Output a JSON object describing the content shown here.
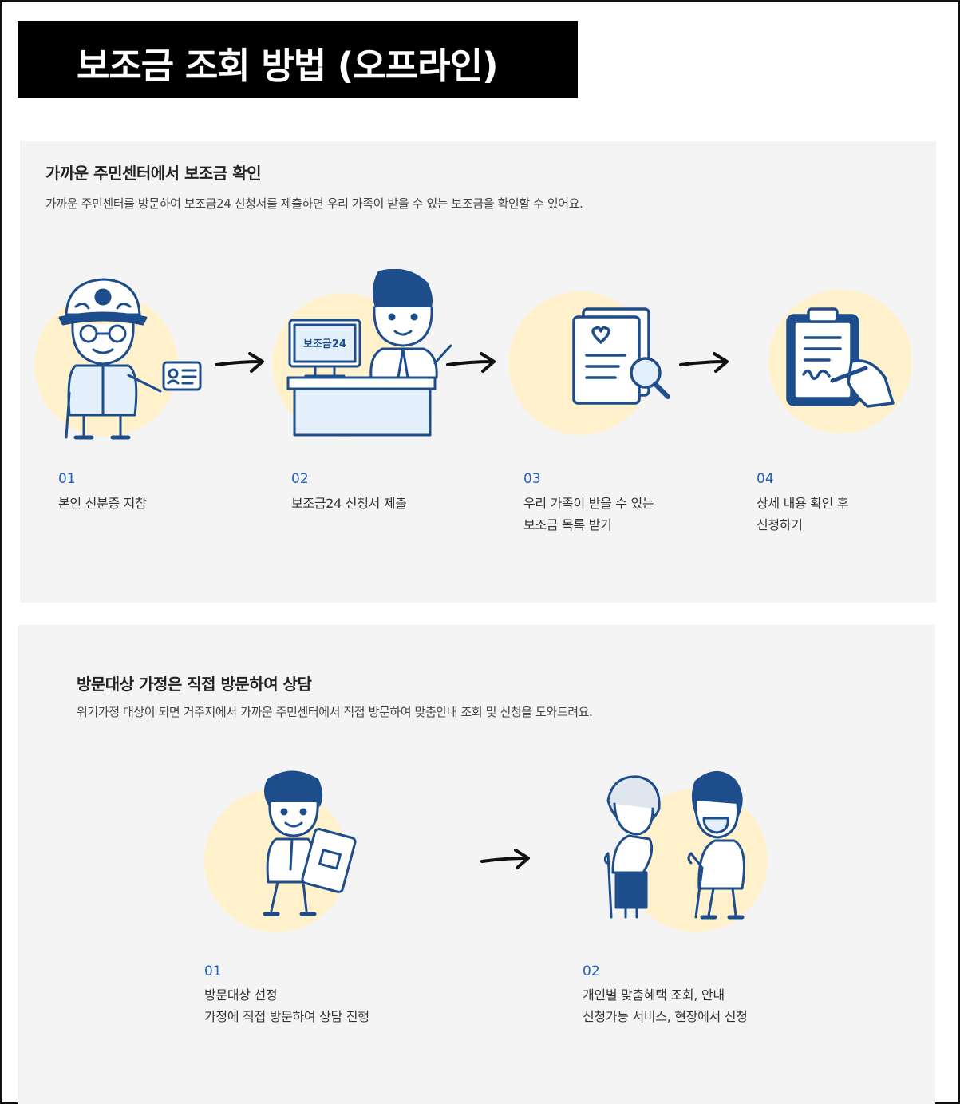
{
  "page_title": "보조금 조회 방법 (오프라인)",
  "section1": {
    "heading": "가까운 주민센터에서 보조금 확인",
    "description": "가까운 주민센터를 방문하여 보조금24 신청서를 제출하면 우리 가족이 받을 수 있는 보조금을 확인할 수 있어요.",
    "monitor_text": "보조금24",
    "steps": [
      {
        "num": "01",
        "line1": "본인 신분증 지참",
        "line2": ""
      },
      {
        "num": "02",
        "line1": "보조금24 신청서 제출",
        "line2": ""
      },
      {
        "num": "03",
        "line1": "우리 가족이 받을 수 있는",
        "line2": "보조금 목록 받기"
      },
      {
        "num": "04",
        "line1": "상세 내용 확인 후",
        "line2": "신청하기"
      }
    ]
  },
  "section2": {
    "heading": "방문대상 가정은 직접 방문하여 상담",
    "description": "위기가정 대상이 되면 거주지에서 가까운 주민센터에서 직접 방문하여 맞춤안내 조회 및 신청을 도와드려요.",
    "steps": [
      {
        "num": "01",
        "line1": "방문대상 선정",
        "line2": "가정에 직접 방문하여 상담 진행"
      },
      {
        "num": "02",
        "line1": "개인별 맞춤혜택 조회, 안내",
        "line2": "신청가능 서비스, 현장에서 신청"
      }
    ]
  },
  "colors": {
    "accent_blue": "#1f5fbf",
    "illustration_navy": "#1e4d8c",
    "circle_yellow": "#fff1cc",
    "panel_gray": "#f4f4f4"
  }
}
